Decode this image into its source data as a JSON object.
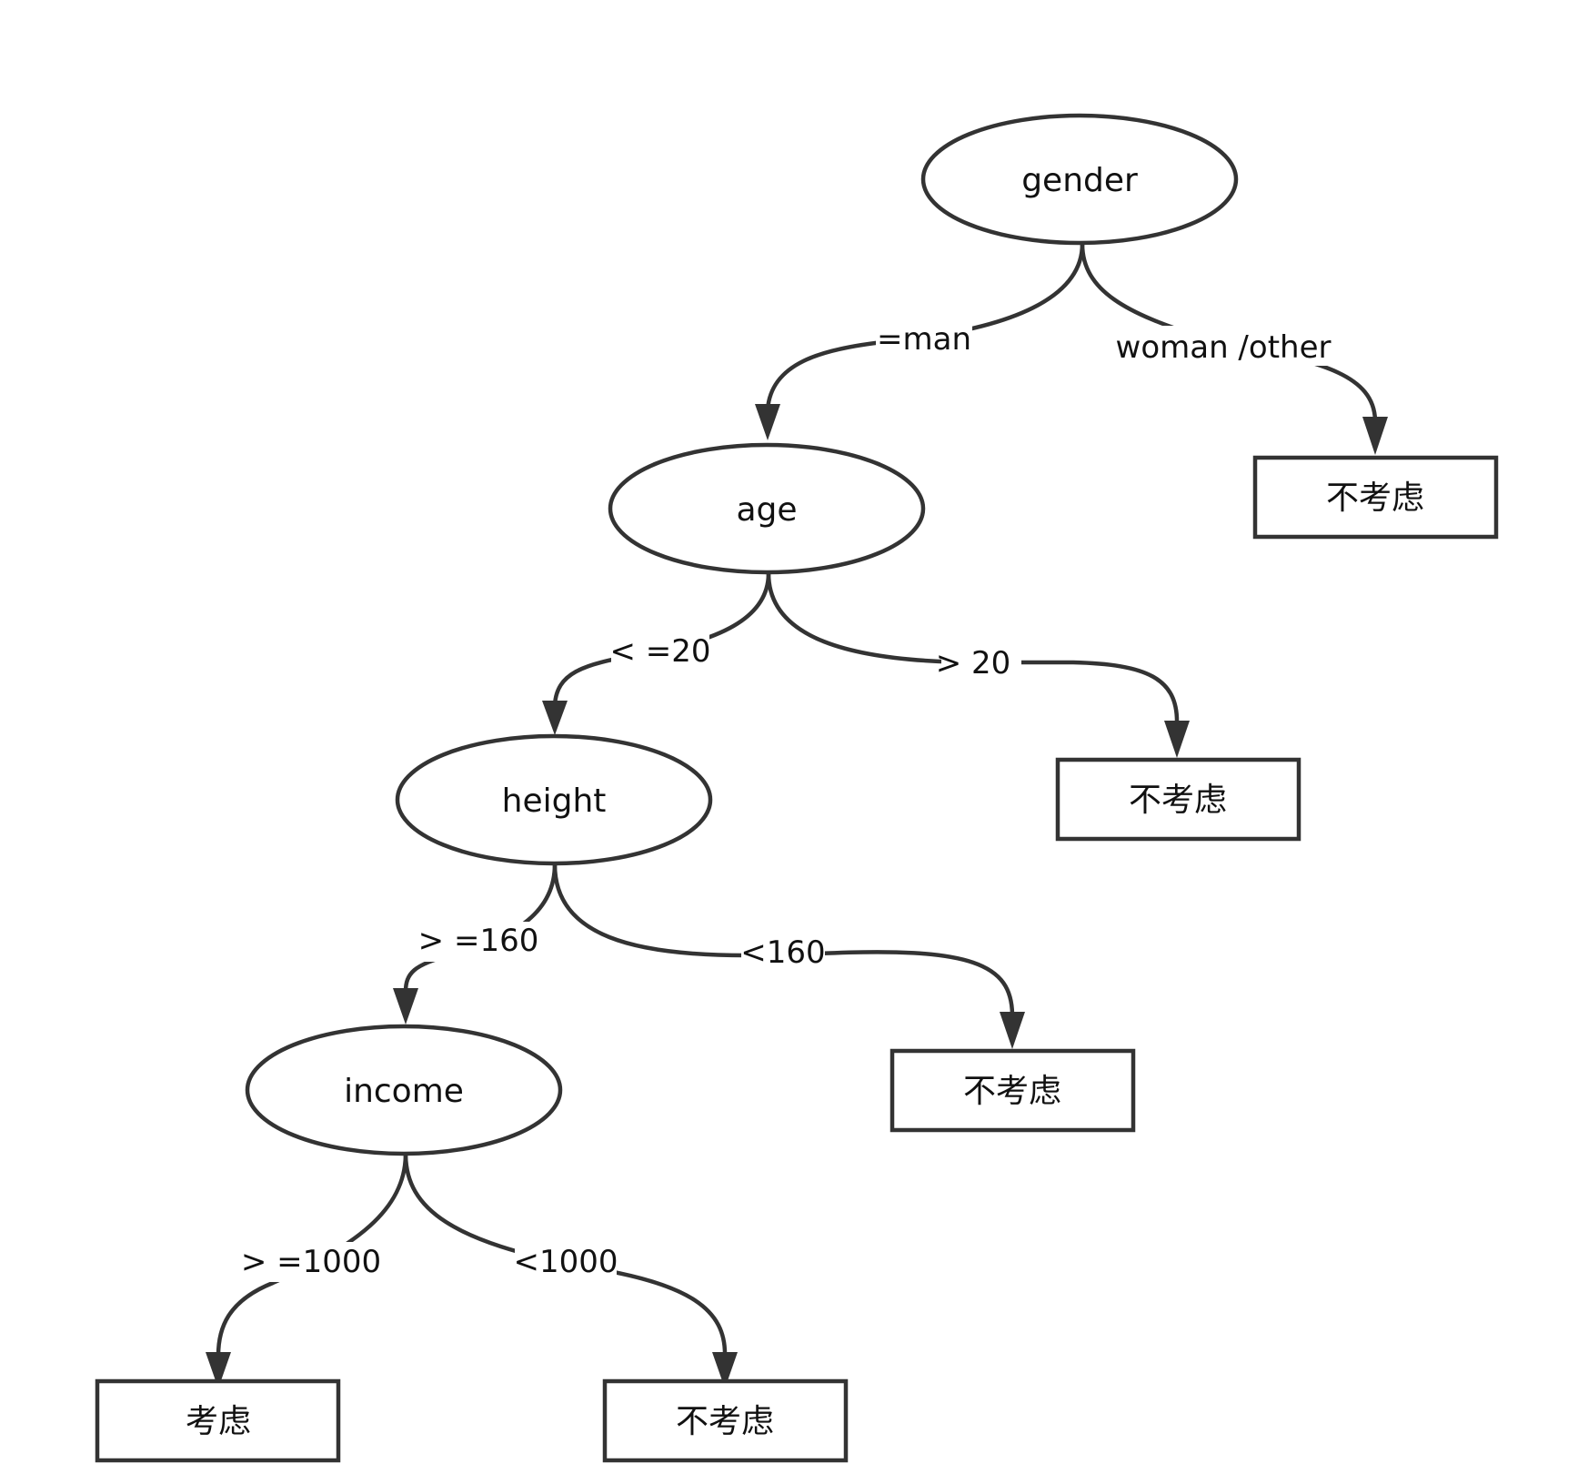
{
  "nodes": {
    "gender": "gender",
    "age": "age",
    "height": "height",
    "income": "income",
    "leaf_gender_other": "不考虑",
    "leaf_age_over": "不考虑",
    "leaf_height_under": "不考虑",
    "leaf_income_high": "考虑",
    "leaf_income_low": "不考虑"
  },
  "edges": {
    "gender_man": "=man",
    "gender_other": "woman /other",
    "age_le20": "< =20",
    "age_gt20": "> 20",
    "height_ge160": "> =160",
    "height_lt160": "<160",
    "income_ge1000": "> =1000",
    "income_lt1000": "<1000"
  }
}
